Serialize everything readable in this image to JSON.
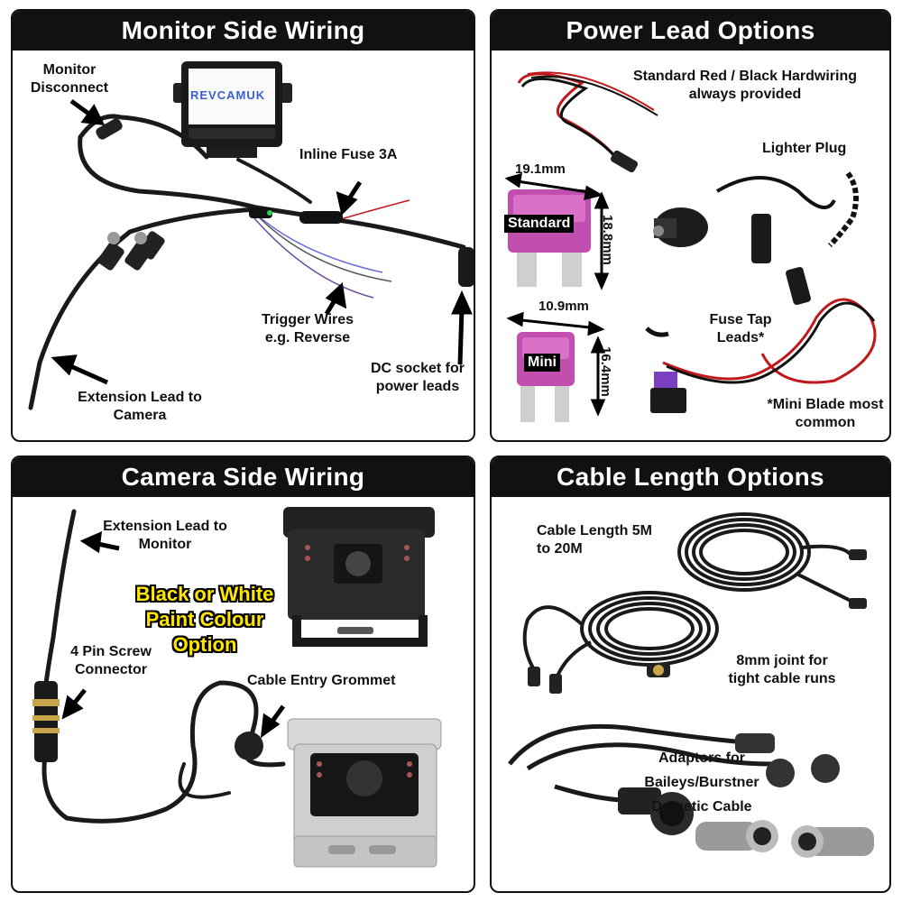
{
  "panels": {
    "monitor": {
      "title": "Monitor Side Wiring",
      "brand": "REVCAMUK",
      "labels": {
        "monitor_disconnect": "Monitor Disconnect",
        "inline_fuse": "Inline Fuse 3A",
        "trigger_wires": "Trigger Wires e.g. Reverse",
        "dc_socket": "DC socket for power leads",
        "extension_lead": "Extension Lead to Camera"
      }
    },
    "power": {
      "title": "Power Lead Options",
      "labels": {
        "standard_hardwiring": "Standard Red / Black Hardwiring always provided",
        "lighter_plug": "Lighter Plug",
        "fuse_tap": "Fuse Tap Leads*",
        "mini_blade_note": "*Mini Blade most common"
      },
      "fuses": {
        "standard": {
          "name": "Standard",
          "width": "19.1mm",
          "height": "18.8mm"
        },
        "mini": {
          "name": "Mini",
          "width": "10.9mm",
          "height": "16.4mm"
        }
      }
    },
    "camera": {
      "title": "Camera Side Wiring",
      "labels": {
        "extension_lead": "Extension Lead to Monitor",
        "paint_option": "Black or White Paint Colour Option",
        "four_pin": "4 Pin Screw Connector",
        "grommet": "Cable Entry Grommet"
      }
    },
    "cable": {
      "title": "Cable Length Options",
      "labels": {
        "cable_length": "Cable Length 5M to 20M",
        "joint": "8mm joint for tight cable runs",
        "adaptors": "Adaptors for Baileys/Burstner Dometic Cable"
      }
    }
  },
  "colors": {
    "title_bar": "#111111",
    "highlight_text": "#ffe600",
    "fuse_pink": "#c24fb0",
    "red_wire": "#c0181b"
  }
}
